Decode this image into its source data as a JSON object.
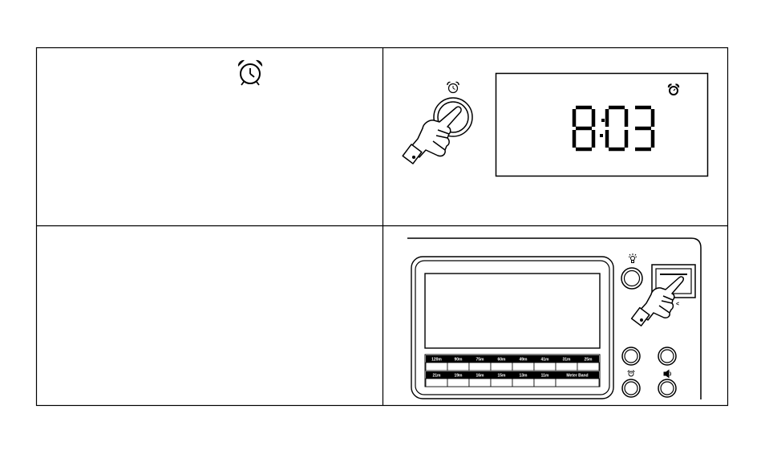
{
  "display": {
    "time": "8:03"
  },
  "band_scale": {
    "row1": [
      "120m",
      "90m",
      "75m",
      "60m",
      "49m",
      "41m",
      "31m",
      "25m"
    ],
    "row2": [
      "21m",
      "19m",
      "16m",
      "15m",
      "13m",
      "11m",
      "Meter Band"
    ]
  },
  "icons": {
    "alarm_heading": "alarm-clock-icon",
    "alarm_button_label": "alarm-clock-icon",
    "display_alarm_indicator": "alarm-bell-icon",
    "light_button_label": "bulb-icon",
    "alarm_small_label": "alarm-clock-icon",
    "speaker_label": "speaker-icon",
    "hand": "pointing-hand-icon"
  },
  "colors": {
    "ink": "#000000",
    "paper": "#ffffff"
  }
}
